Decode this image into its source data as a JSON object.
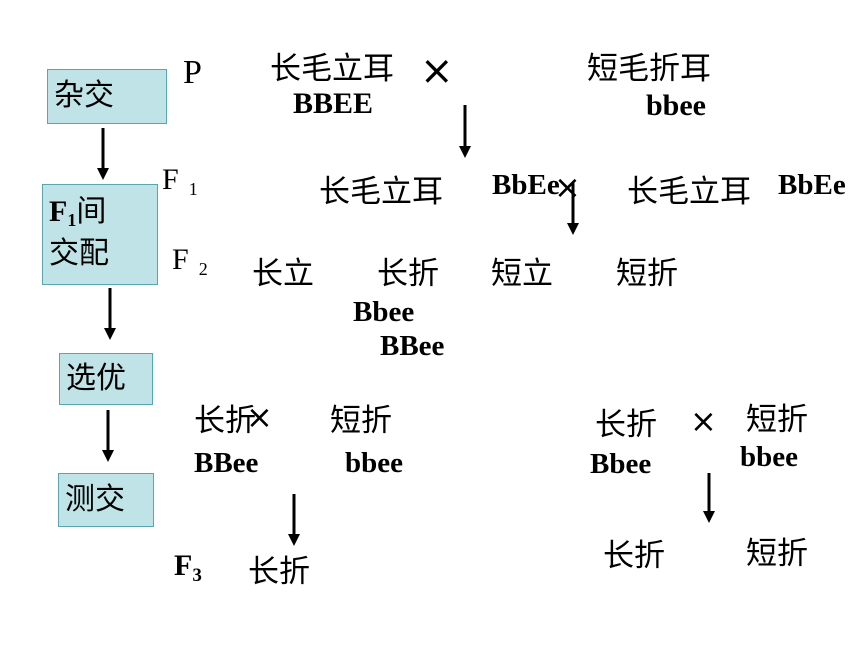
{
  "steps": {
    "hybrid": "杂交",
    "f1_mating_sym": "F",
    "f1_mating_sub": "1",
    "f1_mating_text": "间",
    "f1_mating_text2": "交配",
    "select": "选优",
    "testcross": "测交"
  },
  "generations": {
    "p": "P",
    "f1_letter": "F",
    "f1_sub": "1",
    "f2_letter": "F",
    "f2_sub": "2",
    "f3_letter": "F",
    "f3_sub": "3"
  },
  "parents": {
    "left_pheno": "长毛立耳",
    "left_geno": "BBEE",
    "cross": "×",
    "right_pheno": "短毛折耳",
    "right_geno": "bbee"
  },
  "f1": {
    "left_pheno": "长毛立耳",
    "left_geno": "BbEe",
    "cross": "×",
    "right_pheno": "长毛立耳",
    "right_geno": "BbEe"
  },
  "f2": {
    "pheno1": "长立",
    "pheno2": "长折",
    "pheno3": "短立",
    "pheno4": "短折",
    "geno_a": "Bbee",
    "geno_b": "BBee"
  },
  "testcross_left": {
    "p1_pheno": "长折",
    "cross": "×",
    "p2_pheno": "短折",
    "p1_geno": "BBee",
    "p2_geno": "bbee",
    "offspring": "长折"
  },
  "testcross_right": {
    "p1_pheno": "长折",
    "cross": "×",
    "p2_pheno": "短折",
    "p1_geno": "Bbee",
    "p2_geno": "bbee",
    "offspring1": "长折",
    "offspring2": "短折"
  },
  "colors": {
    "box_fill": "#bfe3e6",
    "box_border": "#5aa6b0"
  }
}
